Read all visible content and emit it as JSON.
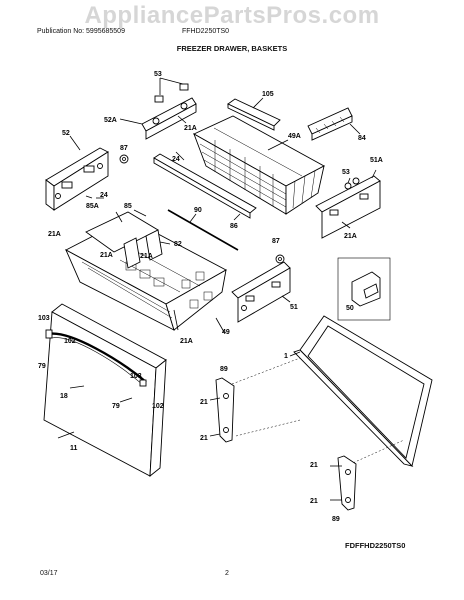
{
  "header": {
    "watermark": "AppliancePartsPros.com",
    "publication_no": "Publication No: 5995685509",
    "model": "FFHD2250TS0",
    "title": "FREEZER DRAWER, BASKETS"
  },
  "footer": {
    "diagram_code": "FDFFHD2250TS0",
    "date": "03/17",
    "page": "2"
  },
  "callouts": {
    "c53a": "53",
    "c52A": "52A",
    "c21A_a": "21A",
    "c105": "105",
    "c49A": "49A",
    "c84": "84",
    "c52": "52",
    "c87a": "87",
    "c24a": "24",
    "c24b": "24",
    "c53b": "53",
    "c51A": "51A",
    "c85A": "85A",
    "c85": "85",
    "c90": "90",
    "c86": "86",
    "c21A_b": "21A",
    "c21A_c": "21A",
    "c21A_d": "21A",
    "c82": "82",
    "c87b": "87",
    "c50": "50",
    "c21A_e": "21A",
    "c49": "49",
    "c51": "51",
    "c103a": "103",
    "c102a": "102",
    "c79a": "79",
    "c89a": "89",
    "c1": "1",
    "c21a": "21",
    "c21b": "21",
    "c103b": "103",
    "c18": "18",
    "c102b": "102",
    "c79b": "79",
    "c11": "11",
    "c21c": "21",
    "c21d": "21",
    "c89b": "89",
    "c21A_f": "21A"
  }
}
